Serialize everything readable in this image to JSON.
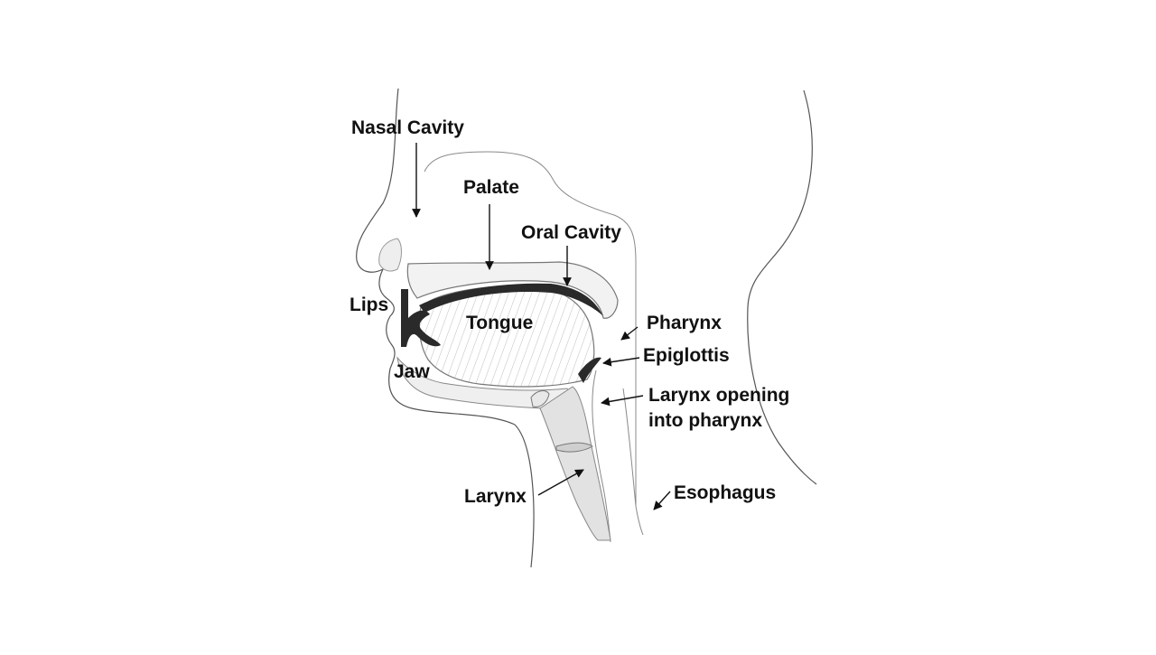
{
  "diagram": {
    "labels": {
      "nasal_cavity": "Nasal Cavity",
      "palate": "Palate",
      "oral_cavity": "Oral Cavity",
      "lips": "Lips",
      "tongue": "Tongue",
      "pharynx": "Pharynx",
      "epiglottis": "Epiglottis",
      "jaw": "Jaw",
      "larynx_opening_line1": "Larynx opening",
      "larynx_opening_line2": "into pharynx",
      "larynx": "Larynx",
      "esophagus": "Esophagus"
    },
    "colors": {
      "line": "#111111",
      "tissue": "#cfcfcf",
      "dark_tissue": "#2a2a2a",
      "background": "#ffffff"
    }
  }
}
